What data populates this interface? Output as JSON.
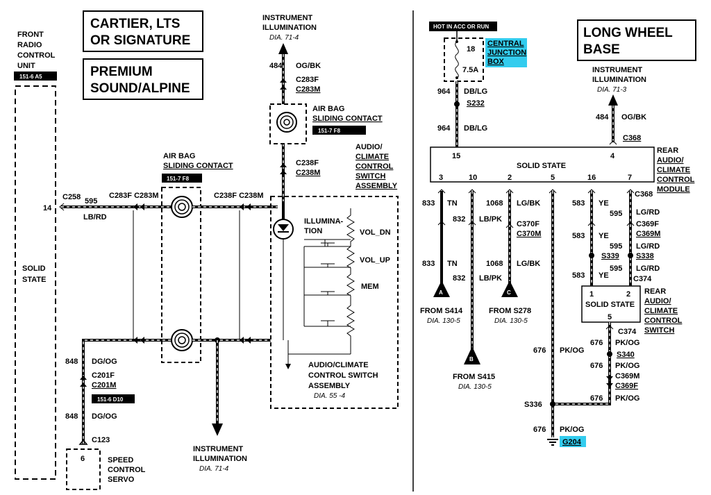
{
  "left": {
    "module_name": [
      "FRONT",
      "RADIO",
      "CONTROL",
      "UNIT"
    ],
    "module_ref": "151-6 A5",
    "module_state": [
      "SOLID",
      "STATE"
    ],
    "pin_14": "14",
    "title_box_1": [
      "CARTIER, LTS",
      "OR SIGNATURE"
    ],
    "title_box_2": [
      "PREMIUM",
      "SOUND/ALPINE"
    ],
    "instr_top": [
      "INSTRUMENT",
      "ILLUMINATION"
    ],
    "instr_top_dia": "DIA. 71-4",
    "circ_484": "484",
    "color_ogbk": "OG/BK",
    "conn_c283f": "C283F",
    "conn_c283m": "C283M",
    "airbag_top": [
      "AIR BAG",
      "SLIDING CONTACT"
    ],
    "airbag_top_ref": "151-7 F8",
    "conn_c238f": "C238F",
    "conn_c238m": "C238M",
    "audio_label": [
      "AUDIO/",
      "CLIMATE",
      "CONTROL",
      "SWITCH",
      "ASSEMBLY"
    ],
    "airbag_mid": [
      "AIR BAG",
      "SLIDING CONTACT"
    ],
    "airbag_mid_ref": "151-7 F8",
    "c258": "C258",
    "circ_595": "595",
    "color_lbrd": "LB/RD",
    "conn_pair_1": "C283F C283M",
    "conn_pair_2": "C238F C238M",
    "illumination": [
      "ILLUMINA-",
      "TION"
    ],
    "sw_vol_dn": "VOL_DN",
    "sw_vol_up": "VOL_UP",
    "sw_mem": "MEM",
    "circ_848": "848",
    "color_dgog": "DG/OG",
    "conn_c201f": "C201F",
    "conn_c201m": "C201M",
    "c201_ref": "151-6 D10",
    "c123": "C123",
    "servo_pin": "6",
    "servo_label": [
      "SPEED",
      "CONTROL",
      "SERVO"
    ],
    "instr_bottom": [
      "INSTRUMENT",
      "ILLUMINATION"
    ],
    "instr_bottom_dia": "DIA. 71-4",
    "asm_label": [
      "AUDIO/CLIMATE",
      "CONTROL SWITCH",
      "ASSEMBLY"
    ],
    "asm_dia": "DIA. 55 -4"
  },
  "right": {
    "hot_label": "HOT IN ACC OR RUN",
    "fuse_num": "18",
    "fuse_amp": "7.5A",
    "cjb_label": [
      "CENTRAL",
      "JUNCTION",
      "BOX"
    ],
    "title_box": [
      "LONG WHEEL",
      "BASE"
    ],
    "circ_964": "964",
    "color_dblg": "DB/LG",
    "s232": "S232",
    "instr": [
      "INSTRUMENT",
      "ILLUMINATION"
    ],
    "instr_dia": "DIA. 71-3",
    "circ_484": "484",
    "color_ogbk": "OG/BK",
    "c368": "C368",
    "pin_15": "15",
    "pin_4": "4",
    "module_state": "SOLID STATE",
    "module_name": [
      "REAR",
      "AUDIO/",
      "CLIMATE",
      "CONTROL",
      "MODULE"
    ],
    "pins_bottom": [
      "3",
      "10",
      "2",
      "5",
      "16",
      "7"
    ],
    "c368b": "C368",
    "circ_833": "833",
    "color_tn": "TN",
    "circ_832": "832",
    "color_lbpk": "LB/PK",
    "circ_1068": "1068",
    "color_lgbk": "LG/BK",
    "conn_c370f": "C370F",
    "conn_c370m": "C370M",
    "circ_583": "583",
    "color_ye": "YE",
    "circ_595": "595",
    "color_lgrd": "LG/RD",
    "conn_c369f": "C369F",
    "conn_c369m": "C369M",
    "s339": "S339",
    "s338": "S338",
    "c374": "C374",
    "switch_pins": [
      "1",
      "2"
    ],
    "switch_state": "SOLID STATE",
    "switch_pin_5": "5",
    "switch_name": [
      "REAR",
      "AUDIO/",
      "CLIMATE",
      "CONTROL",
      "SWITCH"
    ],
    "conn_a": "A",
    "conn_b": "B",
    "conn_c": "C",
    "from_s414": "FROM S414",
    "dia_s414": "DIA. 130-5",
    "from_s278": "FROM S278",
    "dia_s278": "DIA. 130-5",
    "from_s415": "FROM S415",
    "dia_s415": "DIA. 130-5",
    "circ_676": "676",
    "color_pkog": "PK/OG",
    "c374b": "C374",
    "s340": "S340",
    "s336": "S336",
    "g204": "G204"
  },
  "colors": {
    "highlight": "#33ccee",
    "ink": "#000000"
  }
}
